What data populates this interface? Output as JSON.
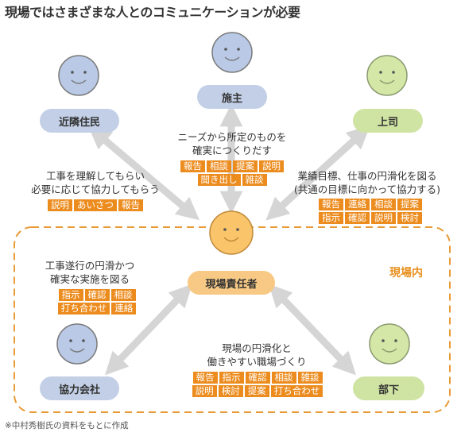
{
  "title": "現場ではさまざまな人とのコミュニケーションが必要",
  "colors": {
    "blue_face": "#b9c9e6",
    "green_face": "#d5e7a6",
    "orange_face": "#f9c46a",
    "tag": "#ec8c1f",
    "arrow": "#d5d5d5",
    "border": "#e89a35"
  },
  "nodes": {
    "shishu": "施主",
    "kinrin": "近隣住民",
    "joshi": "上司",
    "manager": "現場責任者",
    "kyoryoku": "協力会社",
    "buka": "部下"
  },
  "region_label": "現場内",
  "relations": {
    "shishu": {
      "line1": "ニーズから所定のものを",
      "line2": "確実につくりだす",
      "tags": [
        "報告",
        "相談",
        "提案",
        "説明",
        "聞き出し",
        "雑談"
      ]
    },
    "kinrin": {
      "line1": "工事を理解してもらい",
      "line2": "必要に応じて協力してもらう",
      "tags": [
        "説明",
        "あいさつ",
        "報告"
      ]
    },
    "joshi": {
      "line1": "業績目標、仕事の円滑化を図る",
      "line2": "(共通の目標に向かって協力する)",
      "tags": [
        "報告",
        "連絡",
        "相談",
        "提案",
        "指示",
        "確認",
        "説明",
        "検討"
      ]
    },
    "kyoryoku": {
      "line1": "工事遂行の円滑かつ",
      "line2": "確実な実施を図る",
      "tags": [
        "指示",
        "確認",
        "相談",
        "打ち合わせ",
        "連絡"
      ]
    },
    "buka": {
      "line1": "現場の円滑化と",
      "line2": "働きやすい職場づくり",
      "tags": [
        "報告",
        "指示",
        "確認",
        "相談",
        "雑談",
        "説明",
        "検討",
        "提案",
        "打ち合わせ"
      ]
    }
  },
  "footnote": "※中村秀樹氏の資料をもとに作成"
}
